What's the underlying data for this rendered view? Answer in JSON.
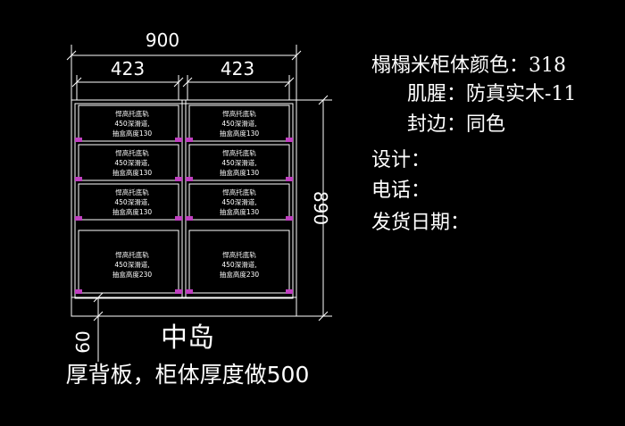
{
  "dimensions": {
    "total_width": "900",
    "left_width": "423",
    "right_width": "423",
    "height": "890",
    "base": "60"
  },
  "drawers": {
    "left": [
      {
        "line1": "悍高托底轨",
        "line2": "450深滑道,",
        "line3": "抽盒高度130"
      },
      {
        "line1": "悍高托底轨",
        "line2": "450深滑道,",
        "line3": "抽盒高度130"
      },
      {
        "line1": "悍高托底轨",
        "line2": "450深滑道,",
        "line3": "抽盒高度130"
      },
      {
        "line1": "悍高托底轨",
        "line2": "450深滑道,",
        "line3": "抽盒高度230"
      }
    ],
    "right": [
      {
        "line1": "悍高托底轨",
        "line2": "450深滑道,",
        "line3": "抽盒高度130"
      },
      {
        "line1": "悍高托底轨",
        "line2": "450深滑道,",
        "line3": "抽盒高度130"
      },
      {
        "line1": "悍高托底轨",
        "line2": "450深滑道,",
        "line3": "抽盒高度130"
      },
      {
        "line1": "悍高托底轨",
        "line2": "450深滑道,",
        "line3": "抽盒高度230"
      }
    ]
  },
  "title": "中岛",
  "note": "厚背板，柜体厚度做500",
  "info": {
    "color": "榻榻米柜体颜色：318",
    "texture": "肌腥：防真实木-11",
    "edge": "封边：同色",
    "design": "设计：",
    "phone": "电话：",
    "ship_date": "发货日期："
  },
  "colors": {
    "background": "#000000",
    "line": "#ffffff",
    "accent": "#c040c0"
  }
}
